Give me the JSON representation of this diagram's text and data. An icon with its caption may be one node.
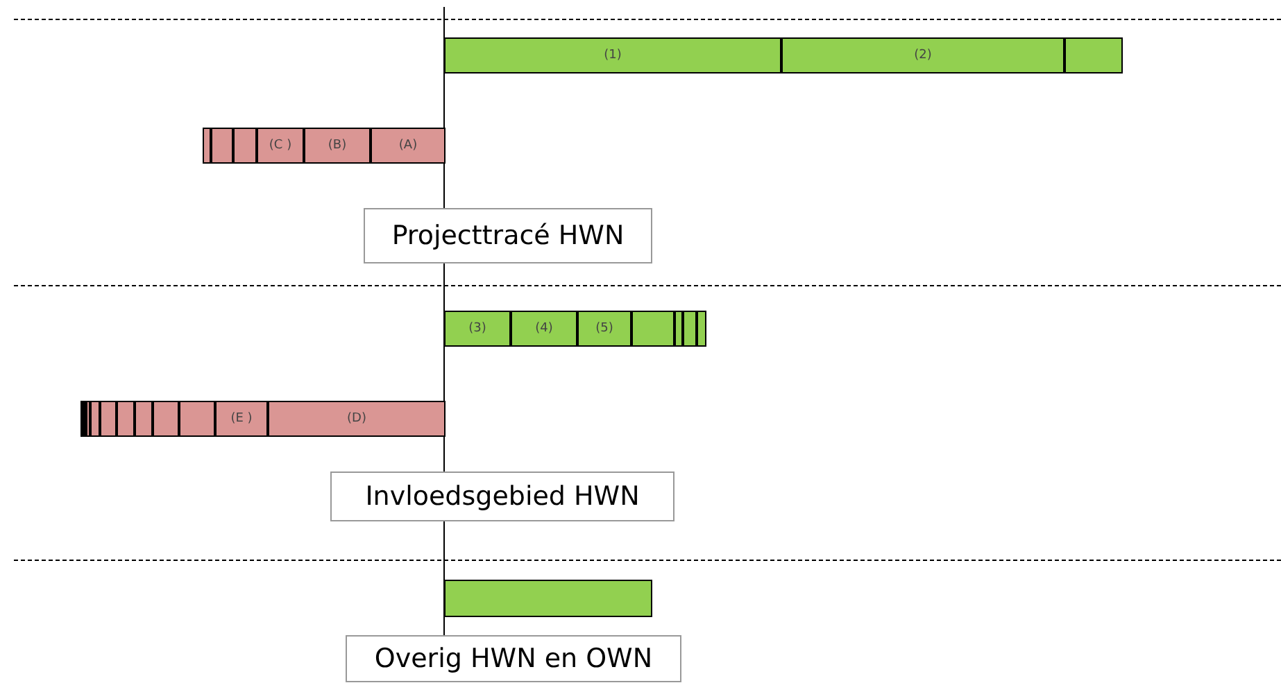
{
  "diagram": {
    "nodes": [
      {
        "text": [
          "(1)"
        ]
      },
      {
        "text": [
          "(2)"
        ]
      },
      {
        "text": [],
        "shape": "bar"
      },
      {
        "text": [],
        "shape": "bar"
      },
      {
        "text": [],
        "shape": "bar"
      },
      {
        "text": [],
        "shape": "bar"
      },
      {
        "text": [
          "(C )"
        ]
      },
      {
        "text": [
          "(B)"
        ]
      },
      {
        "text": [
          "(A)"
        ]
      },
      {
        "text": [
          "Projecttracé HWN"
        ]
      },
      {
        "text": [
          "(3)"
        ]
      },
      {
        "text": [
          "(4)"
        ]
      },
      {
        "text": [
          "(5)"
        ]
      },
      {
        "text": [],
        "shape": "bar"
      },
      {
        "text": [],
        "shape": "bar"
      },
      {
        "text": [],
        "shape": "bar"
      },
      {
        "text": [],
        "shape": "bar"
      },
      {
        "text": [],
        "shape": "bar"
      },
      {
        "text": [],
        "shape": "bar"
      },
      {
        "text": [],
        "shape": "bar"
      },
      {
        "text": [],
        "shape": "bar"
      },
      {
        "text": [],
        "shape": "bar"
      },
      {
        "text": [],
        "shape": "bar"
      },
      {
        "text": [],
        "shape": "bar"
      },
      {
        "text": [],
        "shape": "bar"
      },
      {
        "text": [
          "(E )"
        ]
      },
      {
        "text": [
          "(D)"
        ]
      },
      {
        "text": [
          "Invloedsgebied HWN"
        ]
      },
      {
        "text": [],
        "shape": "bar"
      },
      {
        "text": [
          "Overig HWN en OWN"
        ]
      }
    ]
  }
}
